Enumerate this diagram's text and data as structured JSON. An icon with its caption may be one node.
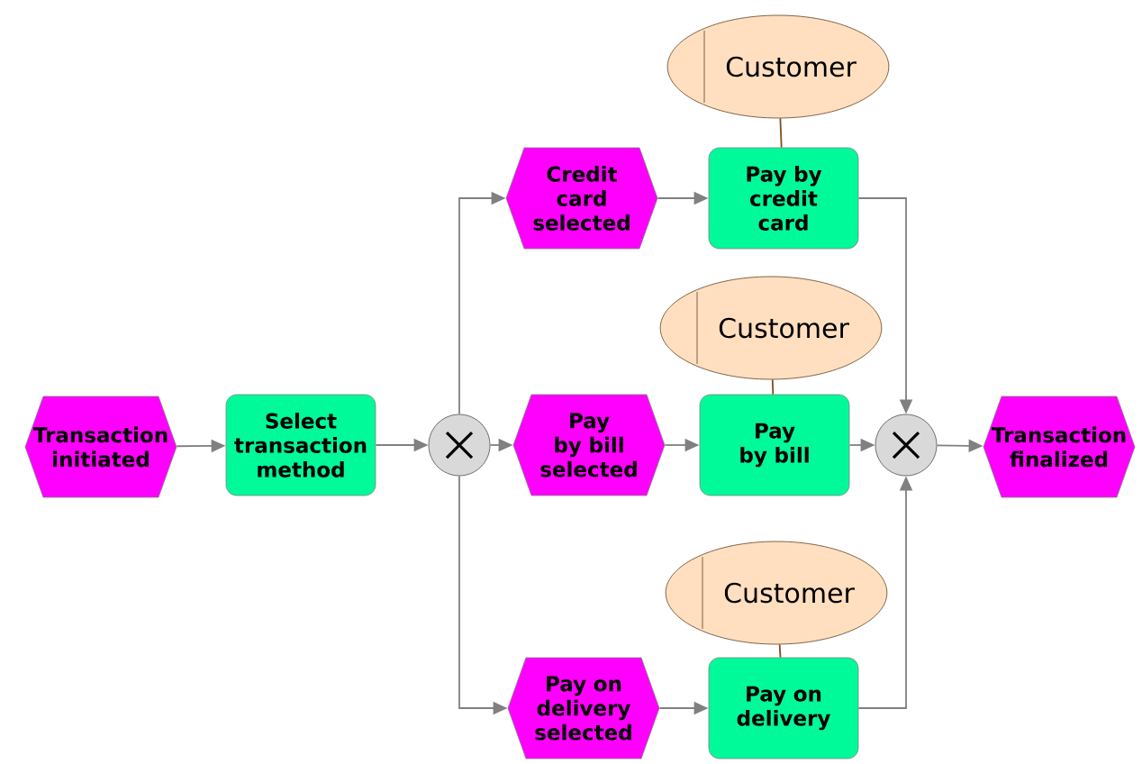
{
  "diagram": {
    "nodes": [
      {
        "text": [
          "Transaction initiated"
        ]
      },
      {
        "text": [
          "Select transaction method"
        ]
      },
      {
        "text": [],
        "shape": "circle"
      },
      {
        "text": [
          "Credit card selected"
        ]
      },
      {
        "text": [
          "Pay by bill selected"
        ]
      },
      {
        "text": [
          "Pay on delivery selected"
        ]
      },
      {
        "text": [
          "Customer"
        ]
      },
      {
        "text": [
          "Pay by credit card"
        ]
      },
      {
        "text": [
          "Customer"
        ]
      },
      {
        "text": [
          "Pay by bill"
        ]
      },
      {
        "text": [
          "Customer"
        ]
      },
      {
        "text": [
          "Pay on delivery"
        ]
      },
      {
        "text": [],
        "shape": "circle"
      },
      {
        "text": [
          "Transaction finalized"
        ]
      }
    ],
    "edges": [
      {
        "from": 0,
        "to": 1,
        "arrow": "to"
      },
      {
        "from": 1,
        "to": 2,
        "arrow": "to"
      },
      {
        "from": 2,
        "to": 3,
        "arrow": "to"
      },
      {
        "from": 2,
        "to": 4,
        "arrow": "to"
      },
      {
        "from": 2,
        "to": 5,
        "arrow": "to"
      },
      {
        "from": 3,
        "to": 7,
        "arrow": "to"
      },
      {
        "from": 4,
        "to": 9,
        "arrow": "to"
      },
      {
        "from": 5,
        "to": 11,
        "arrow": "to"
      },
      {
        "from": 6,
        "to": 7,
        "arrow": "none",
        "color": "#7f4f1f"
      },
      {
        "from": 8,
        "to": 9,
        "arrow": "none",
        "color": "#7f4f1f"
      },
      {
        "from": 10,
        "to": 11,
        "arrow": "none",
        "color": "#7f4f1f"
      },
      {
        "from": 7,
        "to": 12,
        "arrow": "to"
      },
      {
        "from": 9,
        "to": 12,
        "arrow": "to"
      },
      {
        "from": 11,
        "to": 12,
        "arrow": "to"
      },
      {
        "from": 12,
        "to": 13,
        "arrow": "to"
      }
    ]
  }
}
